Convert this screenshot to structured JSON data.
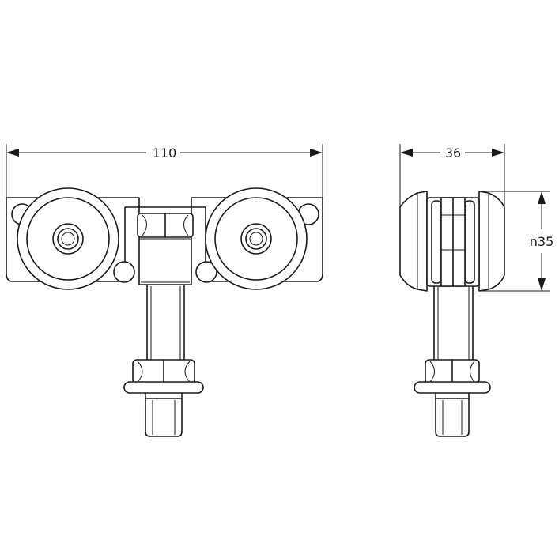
{
  "dimensions": {
    "front_width": "110",
    "side_width": "36",
    "side_diameter": "n35"
  },
  "colors": {
    "line": "#1a1a1a",
    "background": "#ffffff"
  }
}
